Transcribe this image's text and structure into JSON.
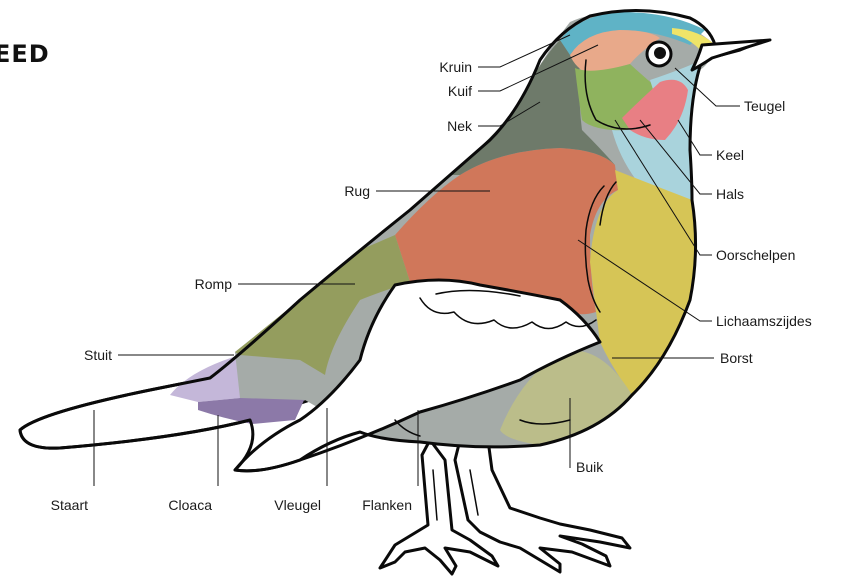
{
  "title": "EED",
  "labels": {
    "kruin": "Kruin",
    "kuif": "Kuif",
    "nek": "Nek",
    "rug": "Rug",
    "romp": "Romp",
    "stuit": "Stuit",
    "staart": "Staart",
    "cloaca": "Cloaca",
    "vleugel": "Vleugel",
    "flanken": "Flanken",
    "teugel": "Teugel",
    "keel": "Keel",
    "hals": "Hals",
    "oorschelpen": "Oorschelpen",
    "lichaamszijdes": "Lichaamszijdes",
    "borst": "Borst",
    "buik": "Buik"
  },
  "colors": {
    "crown_top": "#5fb3c6",
    "crest": "#e8a98a",
    "nape": "#6e7a6a",
    "ear_coverts": "#8fb35e",
    "cheek": "#e87f84",
    "throat": "#a9d3dc",
    "back": "#d0775a",
    "rump": "#949d5e",
    "uppertail": "#c4b7d9",
    "cloaca": "#8c79a8",
    "wing": "#ffffff",
    "flanks": "#a5aba8",
    "breast": "#d6c556",
    "belly": "#bbbd8a",
    "lore": "#efe468"
  }
}
